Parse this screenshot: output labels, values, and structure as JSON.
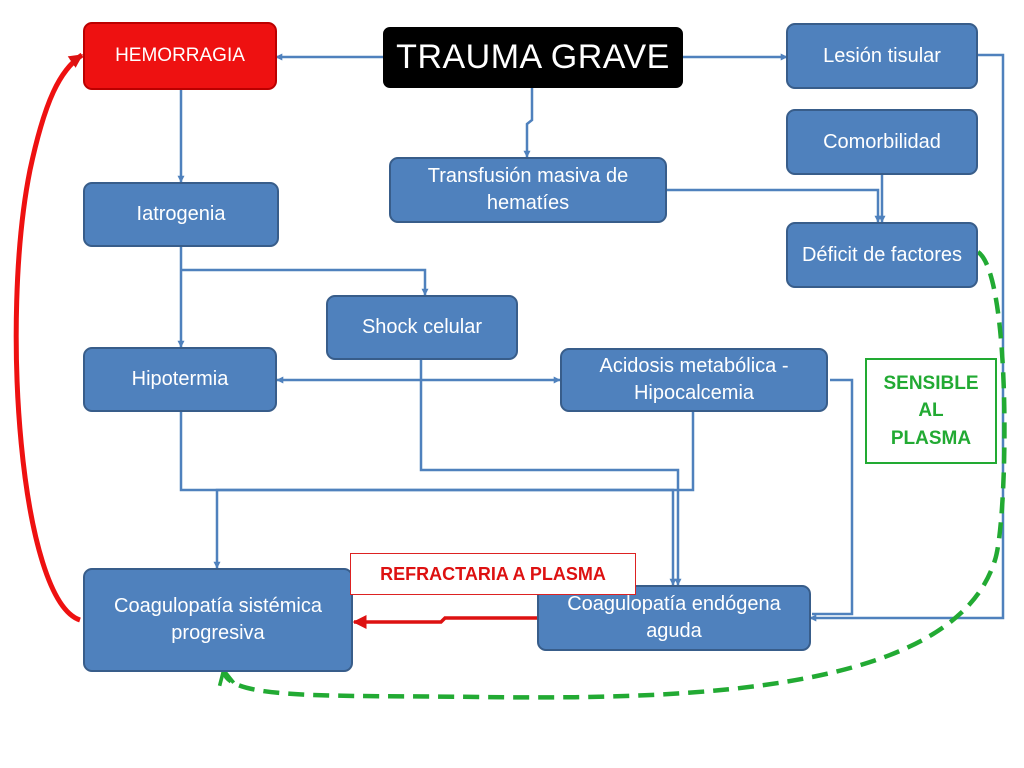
{
  "diagram": {
    "nodes": {
      "hemorragia": "HEMORRAGIA",
      "trauma": "TRAUMA GRAVE",
      "lesion": "Lesión tisular",
      "comorbilidad": "Comorbilidad",
      "transfusion": "Transfusión masiva de hematíes",
      "iatrogenia": "Iatrogenia",
      "deficit": "Déficit de factores",
      "shock": "Shock celular",
      "hipotermia": "Hipotermia",
      "acidosis": "Acidosis metabólica - Hipocalcemia",
      "coag_sistemica": "Coagulopatía sistémica progresiva",
      "coag_endogena": "Coagulopatía endógena aguda"
    },
    "labels": {
      "sensible": "SENSIBLE AL PLASMA",
      "refractaria": "REFRACTARIA A PLASMA"
    },
    "colors": {
      "node_fill": "#4f81bd",
      "node_border": "#385d8a",
      "hemorragia_fill": "#ee1111",
      "trauma_fill": "#000000",
      "connector": "#4f81bd",
      "feedback_arrow": "#ee1111",
      "plasma_green": "#22aa33"
    }
  }
}
